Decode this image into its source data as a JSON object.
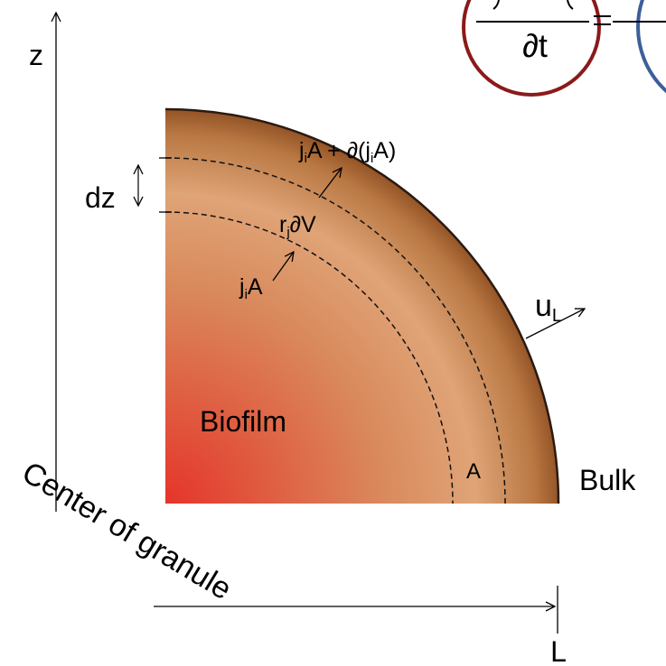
{
  "labels": {
    "z_axis": "z",
    "dz": "dz",
    "flux_out": "j",
    "flux_out_sub": "i",
    "flux_out_mid": "A + ∂(j",
    "flux_out_sub2": "i",
    "flux_out_end": "A)",
    "reaction": "r",
    "reaction_sub": "j",
    "reaction_end": "∂V",
    "flux_in": "j",
    "flux_in_sub": "i",
    "flux_in_end": "A",
    "velocity": "u",
    "velocity_sub": "L",
    "biofilm": "Biofilm",
    "area": "A",
    "bulk": "Bulk",
    "center": "Center of granule",
    "L": "L",
    "equation_denominator": "∂t"
  },
  "colors": {
    "center": "#e5352a",
    "mid": "#dfa477",
    "edge": "#9a5828",
    "equation_circle_left": "#8b1a1a",
    "equation_circle_right": "#3b5f9a"
  }
}
